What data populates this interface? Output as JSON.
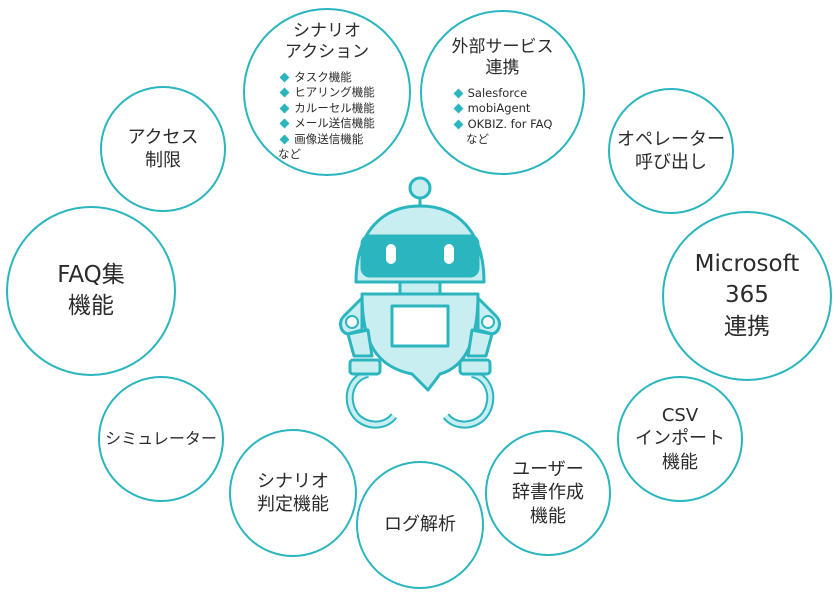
{
  "colors": {
    "accent": "#2ab5bf",
    "robot_fill": "#c8eef2",
    "text": "#2b2b2b"
  },
  "icons": {
    "center": "robot-icon"
  },
  "features": {
    "scenario_action": {
      "title": "シナリオ\nアクション",
      "items": [
        "タスク機能",
        "ヒアリング機能",
        "カルーセル機能",
        "メール送信機能",
        "画像送信機能"
      ],
      "suffix": "など"
    },
    "external_services": {
      "title": "外部サービス\n連携",
      "items": [
        "Salesforce",
        "mobiAgent",
        "OKBIZ. for FAQ"
      ],
      "suffix": "など"
    },
    "access_limit": "アクセス\n制限",
    "operator_call": "オペレーター\n呼び出し",
    "faq": "FAQ集\n機能",
    "microsoft365": "Microsoft\n365\n連携",
    "simulator": "シミュレーター",
    "csv_import": "CSV\nインポート\n機能",
    "scenario_judge": "シナリオ\n判定機能",
    "log_analysis": "ログ解析",
    "user_dictionary": "ユーザー\n辞書作成\n機能"
  }
}
